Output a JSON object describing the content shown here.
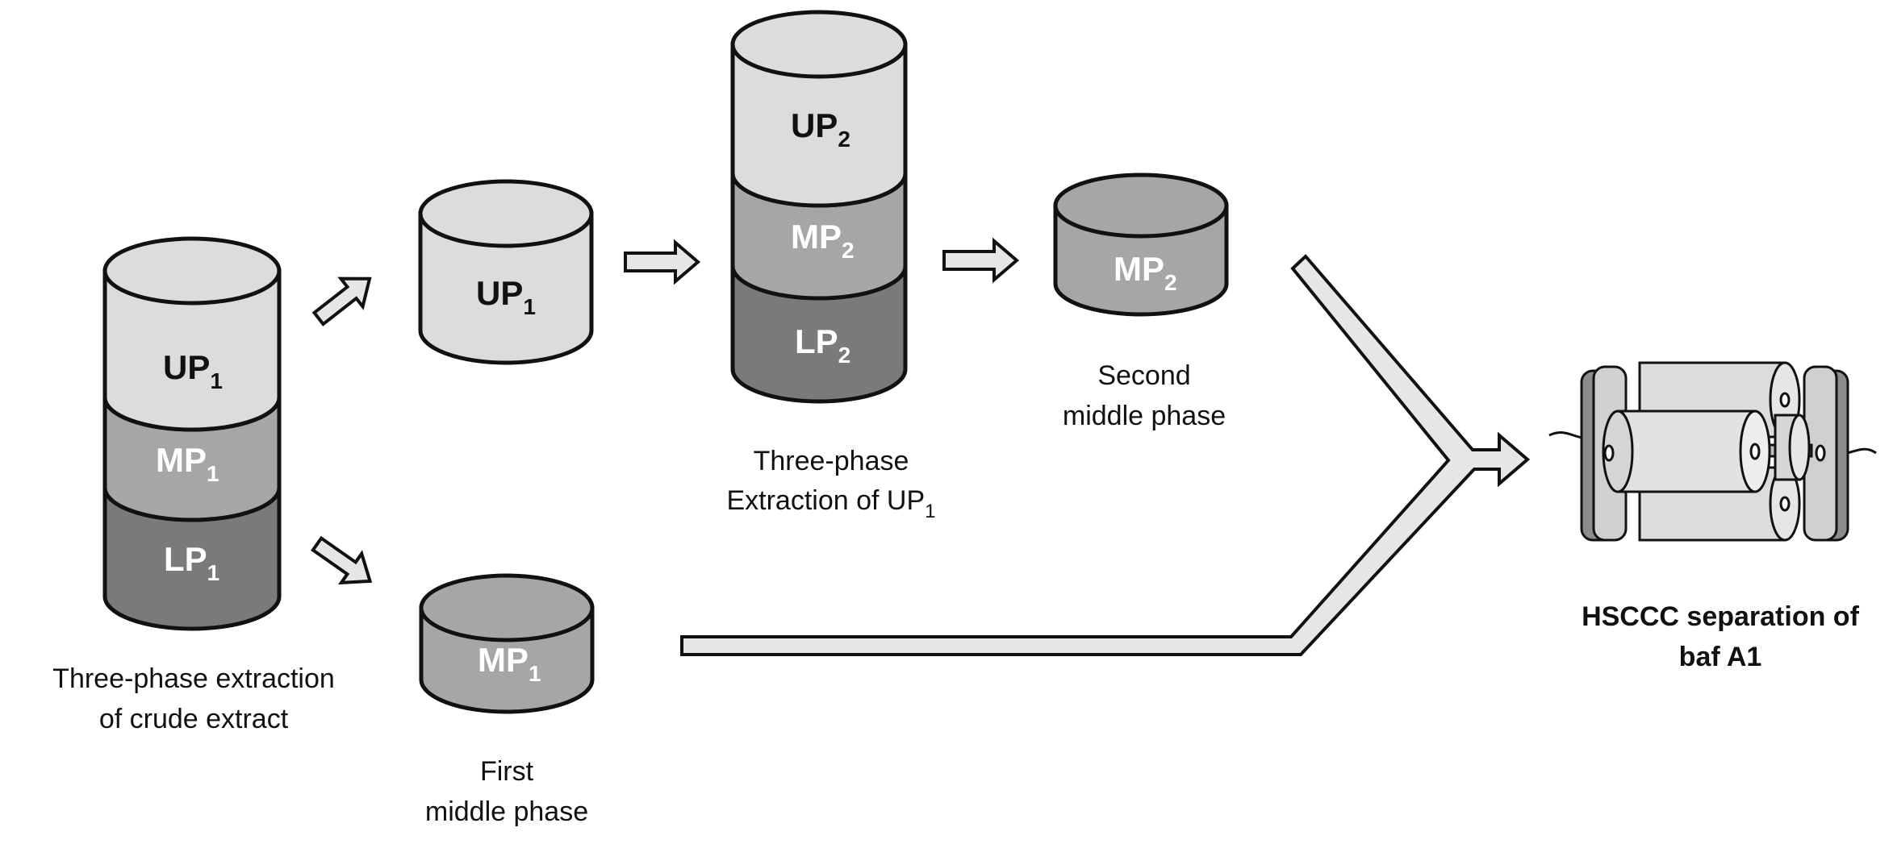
{
  "colors": {
    "upper_phase": "#dcdcdc",
    "middle_phase": "#a6a6a6",
    "lower_phase": "#7a7a7a",
    "outline": "#111111",
    "arrow_fill": "#e6e6e6",
    "background": "#ffffff"
  },
  "crude": {
    "up": {
      "main": "UP",
      "sub": "1"
    },
    "mp": {
      "main": "MP",
      "sub": "1"
    },
    "lp": {
      "main": "LP",
      "sub": "1"
    },
    "caption1": "Three-phase extraction",
    "caption2": "of crude extract"
  },
  "up1": {
    "main": "UP",
    "sub": "1"
  },
  "mp1": {
    "main": "MP",
    "sub": "1",
    "caption1": "First",
    "caption2": "middle phase"
  },
  "second": {
    "up": {
      "main": "UP",
      "sub": "2"
    },
    "mp": {
      "main": "MP",
      "sub": "2"
    },
    "lp": {
      "main": "LP",
      "sub": "2"
    },
    "caption1": "Three-phase",
    "caption2": "Extraction of UP",
    "caption2_sub": "1"
  },
  "mp2": {
    "main": "MP",
    "sub": "2",
    "caption1": "Second",
    "caption2": "middle phase"
  },
  "hsccc": {
    "caption1": "HSCCC separation of",
    "caption2": "baf A1",
    "icon": "hsccc-coil-column-icon"
  }
}
